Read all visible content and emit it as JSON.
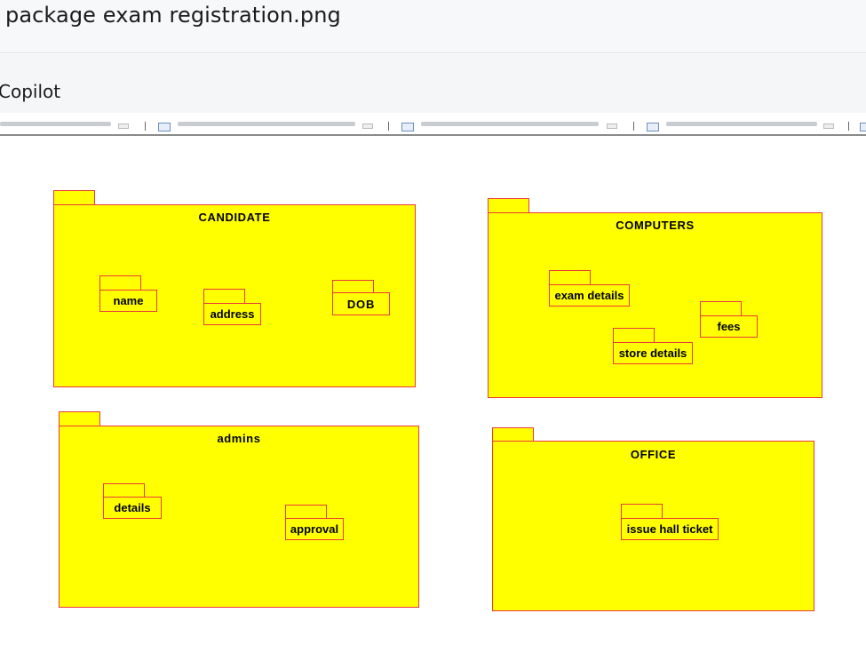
{
  "window": {
    "title": "package exam registration.png"
  },
  "appbar": {
    "label": "Copilot"
  },
  "diagram": {
    "packages": {
      "candidate": {
        "title": "CANDIDATE",
        "items": [
          "name",
          "address",
          "DOB"
        ]
      },
      "computers": {
        "title": "COMPUTERS",
        "items": [
          "exam details",
          "fees",
          "store details"
        ]
      },
      "admins": {
        "title": "admins",
        "items": [
          "details",
          "approval"
        ]
      },
      "office": {
        "title": "OFFICE",
        "items": [
          "issue hall ticket"
        ]
      }
    },
    "colors": {
      "package_fill": "#ffff00",
      "package_border": "#ec3a3a"
    }
  }
}
